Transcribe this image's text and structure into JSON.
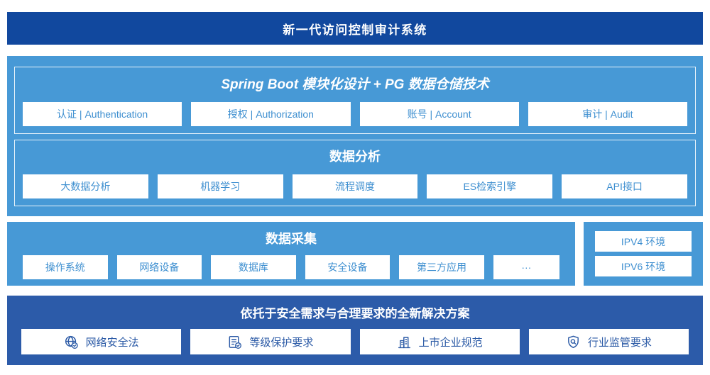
{
  "banner": {
    "title": "新一代访问控制审计系统"
  },
  "platform": {
    "modules": {
      "title": "Spring Boot 模块化设计 + PG 数据仓储技术",
      "items": [
        "认证 | Authentication",
        "授权 | Authorization",
        "账号 | Account",
        "审计 | Audit"
      ]
    },
    "analysis": {
      "title": "数据分析",
      "items": [
        "大数据分析",
        "机器学习",
        "流程调度",
        "ES检索引擎",
        "API接口"
      ]
    }
  },
  "collection": {
    "title": "数据采集",
    "items": [
      "操作系统",
      "网络设备",
      "数据库",
      "安全设备",
      "第三方应用",
      "···"
    ]
  },
  "environments": {
    "items": [
      "IPV4 环境",
      "IPV6 环境"
    ]
  },
  "solution": {
    "title": "依托于安全需求与合理要求的全新解决方案",
    "items": [
      {
        "icon": "globe-check-icon",
        "label": "网络安全法"
      },
      {
        "icon": "document-check-icon",
        "label": "等级保护要求"
      },
      {
        "icon": "building-icon",
        "label": "上市企业规范"
      },
      {
        "icon": "shield-search-icon",
        "label": "行业监管要求"
      }
    ]
  },
  "colors": {
    "banner_bg": "#11489e",
    "band_bg": "#4799d6",
    "solution_bg": "#2c5ba9",
    "chip_text": "#3e8fd0",
    "solution_text": "#2b5aa6"
  }
}
